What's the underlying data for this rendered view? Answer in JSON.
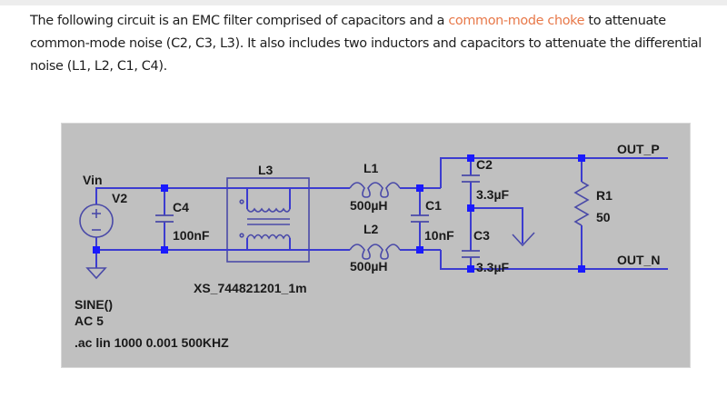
{
  "paragraph": {
    "before_link": "The following circuit is an EMC filter comprised of capacitors and a ",
    "link_text": "common-mode choke",
    "after_link": " to attenuate common-mode noise (C2, C3, L3). It also includes two inductors and capacitors to attenuate the differential noise (L1, L2, C1, C4)."
  },
  "colors": {
    "link": "#e8794a",
    "wire": "#3c3cd0",
    "component": "#4a4aa8",
    "junction": "#1a1aff",
    "panel_bg": "#c0c0c0"
  },
  "schematic": {
    "source": {
      "node_label": "Vin",
      "name": "V2",
      "plus": "+",
      "minus": "−"
    },
    "c4": {
      "name": "C4",
      "value": "100nF"
    },
    "l3": {
      "name": "L3",
      "subckt": "XS_744821201_1m"
    },
    "l1": {
      "name": "L1",
      "value": "500µH"
    },
    "l2": {
      "name": "L2",
      "value": "500µH"
    },
    "c1": {
      "name": "C1",
      "value": "10nF"
    },
    "c2": {
      "name": "C2",
      "value": "3.3µF"
    },
    "c3": {
      "name": "C3",
      "value": "3.3µF"
    },
    "r1": {
      "name": "R1",
      "value": "50"
    },
    "out_p": "OUT_P",
    "out_n": "OUT_N",
    "directives": [
      "SINE()",
      "AC 5",
      ".ac lin 1000 0.001 500KHZ"
    ]
  }
}
